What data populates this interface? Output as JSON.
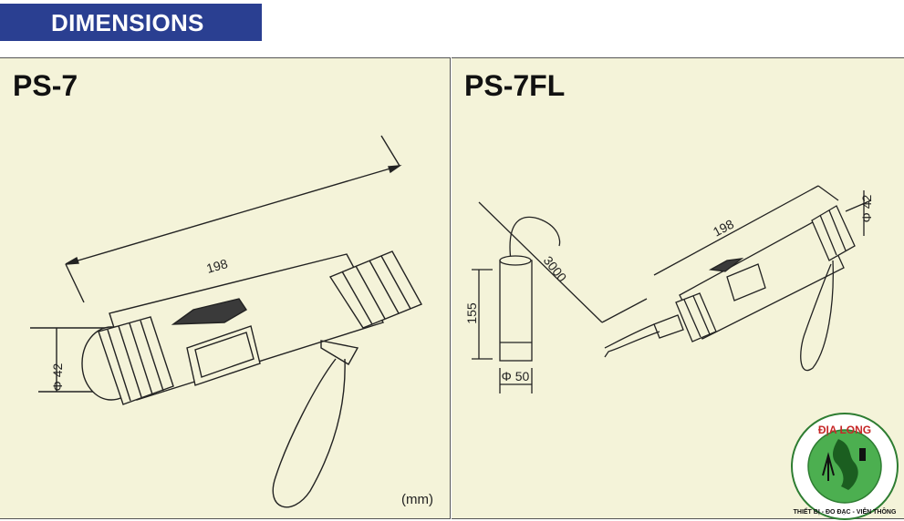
{
  "header": {
    "title": "DIMENSIONS"
  },
  "left_panel": {
    "model": "PS-7",
    "dim_length": "198",
    "dim_diameter": "Φ 42",
    "unit_label": "(mm)"
  },
  "right_panel": {
    "model": "PS-7FL",
    "dim_length": "198",
    "dim_diameter": "Φ 42",
    "dim_cable": "3000",
    "dim_height": "155",
    "dim_probe_diameter": "Φ 50"
  },
  "logo": {
    "top_text": "ĐỊA LONG",
    "bottom_text": "THIẾT BỊ - ĐO ĐẠC - VIỄN THÔNG",
    "colors": {
      "ring": "#2e7d32",
      "text": "#c62828",
      "map": "#4caf50"
    }
  }
}
